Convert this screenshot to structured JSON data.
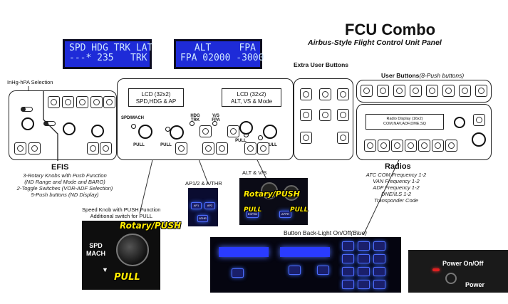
{
  "title": "FCU Combo",
  "subtitle": "Airbus-Style Flight Control Unit Panel",
  "lcd_left": {
    "line1": "SPD HDG TRK LAT",
    "line2": "---* 235   TRK"
  },
  "lcd_right": {
    "line1": "ALT     FPA",
    "line2": "FPA 02000 -3000"
  },
  "labels": {
    "inhg": "InHg-hPA Selection",
    "extra_user_buttons": "Extra User Buttons",
    "user_buttons": "User Buttons",
    "user_buttons_note": "(8-Push buttons)",
    "lcd_box1_l1": "LCD (32x2)",
    "lcd_box1_l2": "SPD,HDG & AP",
    "lcd_box2_l1": "LCD (32x2)",
    "lcd_box2_l2": "ALT, VS & Mode",
    "radio_display_l1": "Radio Display (16x2)",
    "radio_display_l2": "COM,NAV,ADF,DME,SQ",
    "spd_mach": "SPD/MACH",
    "hdg_trk": "HDG\nTRK",
    "vs_fpa": "V/S\nFPA",
    "pull": "PULL",
    "efis": "EFIS",
    "radios": "Radios",
    "ap_athr": "AP1/2 & A/THR",
    "alt_vs": "ALT & V/S",
    "speed_knob_l1": "Speed Knob with PUSH Function",
    "speed_knob_l2": "Additional switch for PULL",
    "backlight": "Button Back-Light On/Off",
    "backlight_color": "(Blue)",
    "rotary_push": "Rotary/PUSH",
    "spd_mach_photo": "SPD\nMACH",
    "power_l1": "Power On/Off",
    "power_l2": "Power",
    "ap1": "AP1",
    "ap2": "AP2",
    "athr": "ATHR",
    "expedite": "EXPED",
    "appr": "APPR"
  },
  "efis_desc": [
    "3-Rotary Knobs with Push Function",
    "(ND Range and Mode and BARO)",
    "2-Toggle Switches (VOR-ADF Selection)",
    "5-Push buttons (ND Display)"
  ],
  "radios_desc": [
    "ATC COM Frequency 1-2",
    "VAN Frequency 1-2",
    "ADF Frequency 1-2",
    "DNE/ILS 1-2",
    "Transponder Code"
  ],
  "colors": {
    "lcd_bg": "#1e2bd8",
    "lcd_text": "#cfe7ff",
    "backlight": "#3a68ff",
    "rotary_label": "#ffea00"
  }
}
